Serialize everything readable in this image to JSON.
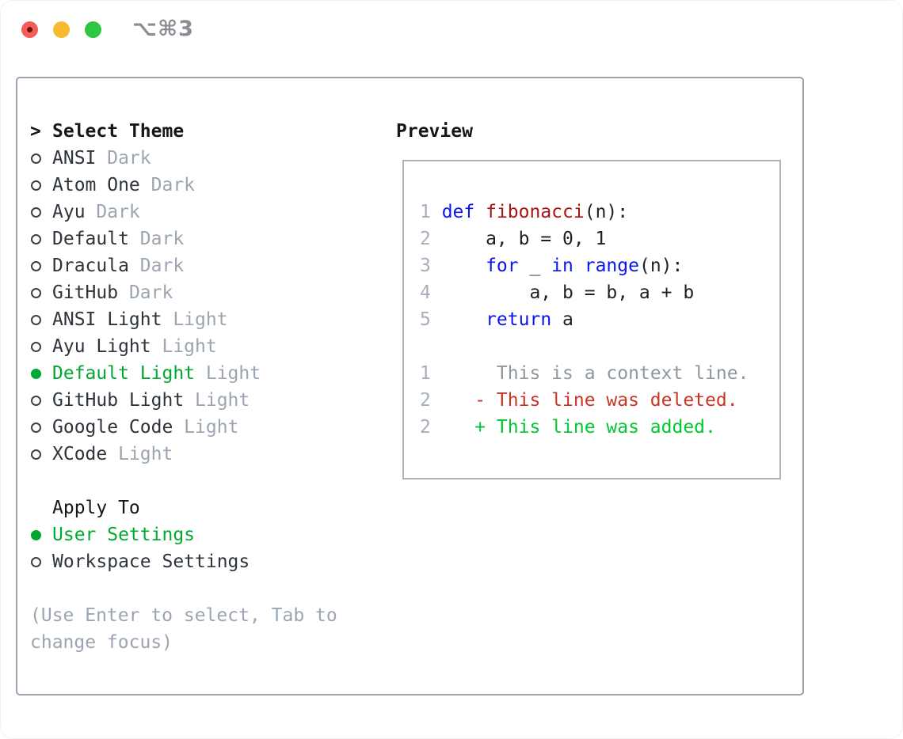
{
  "window": {
    "title": "⌥⌘3",
    "traffic_lights": [
      "close",
      "minimize",
      "zoom"
    ]
  },
  "picker": {
    "prompt": ">",
    "title": "Select Theme",
    "themes": [
      {
        "name": "ANSI",
        "variant": "Dark",
        "selected": false
      },
      {
        "name": "Atom One",
        "variant": "Dark",
        "selected": false
      },
      {
        "name": "Ayu",
        "variant": "Dark",
        "selected": false
      },
      {
        "name": "Default",
        "variant": "Dark",
        "selected": false
      },
      {
        "name": "Dracula",
        "variant": "Dark",
        "selected": false
      },
      {
        "name": "GitHub",
        "variant": "Dark",
        "selected": false
      },
      {
        "name": "ANSI Light",
        "variant": "Light",
        "selected": false
      },
      {
        "name": "Ayu Light",
        "variant": "Light",
        "selected": false
      },
      {
        "name": "Default Light",
        "variant": "Light",
        "selected": true
      },
      {
        "name": "GitHub Light",
        "variant": "Light",
        "selected": false
      },
      {
        "name": "Google Code",
        "variant": "Light",
        "selected": false
      },
      {
        "name": "XCode",
        "variant": "Light",
        "selected": false
      }
    ],
    "apply_to": {
      "label": "Apply To",
      "options": [
        {
          "name": "User Settings",
          "selected": true
        },
        {
          "name": "Workspace Settings",
          "selected": false
        }
      ]
    },
    "help_lines": [
      "(Use Enter to select, Tab to",
      "change focus)"
    ]
  },
  "preview": {
    "title": "Preview",
    "code_lines": [
      {
        "num": "1",
        "tokens": [
          [
            "def",
            "kw"
          ],
          [
            " ",
            "pl"
          ],
          [
            "fibonacci",
            "fn"
          ],
          [
            "(n):",
            "pl"
          ]
        ]
      },
      {
        "num": "2",
        "tokens": [
          [
            "    a, b = 0, 1",
            "pl"
          ]
        ]
      },
      {
        "num": "3",
        "tokens": [
          [
            "    ",
            "pl"
          ],
          [
            "for",
            "kw"
          ],
          [
            " _ ",
            "pl"
          ],
          [
            "in",
            "kw"
          ],
          [
            " ",
            "pl"
          ],
          [
            "range",
            "kw"
          ],
          [
            "(n):",
            "pl"
          ]
        ]
      },
      {
        "num": "4",
        "tokens": [
          [
            "        a, b = b, a + b",
            "pl"
          ]
        ]
      },
      {
        "num": "5",
        "tokens": [
          [
            "    ",
            "pl"
          ],
          [
            "return",
            "kw"
          ],
          [
            " a",
            "pl"
          ]
        ]
      }
    ],
    "diff_lines": [
      {
        "num": "1",
        "text": "     This is a context line.",
        "type": "context"
      },
      {
        "num": "2",
        "text": "   - This line was deleted.",
        "type": "deleted"
      },
      {
        "num": "2",
        "text": "   + This line was added.",
        "type": "added"
      }
    ]
  },
  "colors": {
    "accent_green": "#00a832",
    "diff_added": "#00c832",
    "diff_deleted": "#ca3425",
    "keyword_blue": "#0a15f0",
    "function_red": "#a81313",
    "code_plain": "#1c2126",
    "text_dark": "#2e343b",
    "text_black": "#14171a",
    "muted_gray": "#9ba5b1",
    "line_number_gray": "#a6aebc",
    "context_gray": "#8e969e",
    "border_gray": "#99a2ad",
    "preview_border_gray": "#aab2bb",
    "titlebar_gray": "#8a8d91",
    "traffic_red": "#f25d58",
    "traffic_yellow": "#f5ba2d",
    "traffic_green": "#2fc642"
  }
}
